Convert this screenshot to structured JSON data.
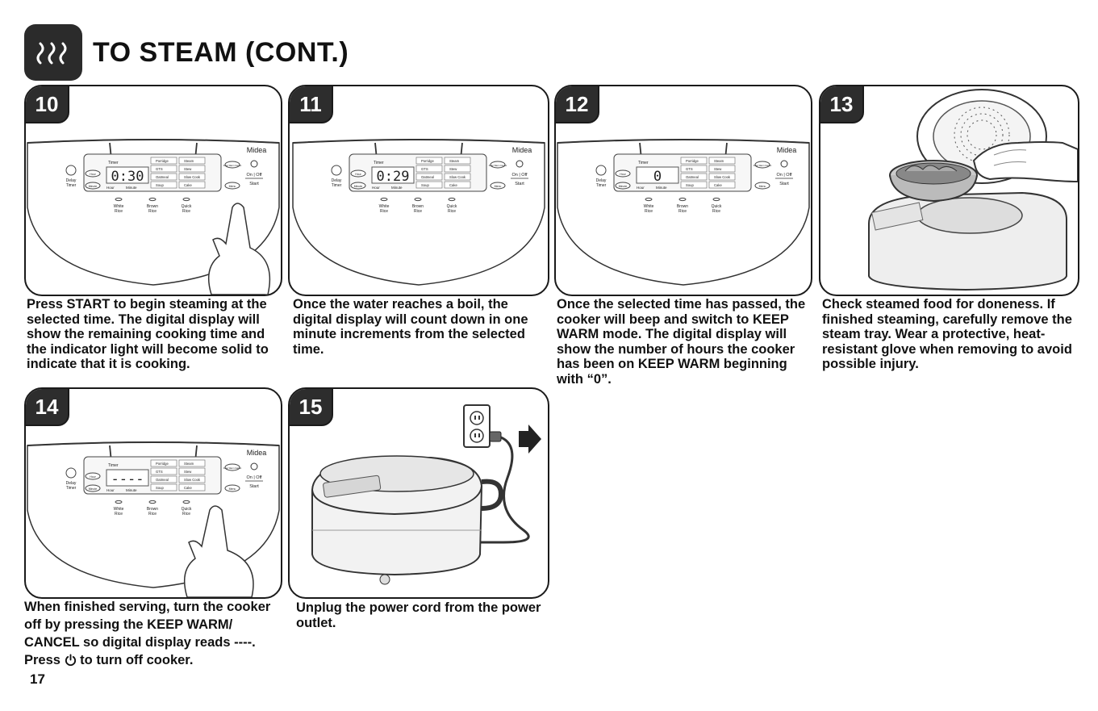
{
  "header": {
    "title": "TO STEAM (CONT.)",
    "icon": "steam-icon"
  },
  "brand": "Midea",
  "control_panel": {
    "delay_timer": "Delay\nTimer",
    "hour": "Hour",
    "minute": "Minute",
    "timer": "Timer",
    "on_off": "On | Off",
    "start": "Start",
    "menu": "Menu",
    "keep_warm": "Keep Warm Cancel",
    "modes": [
      "Porridge",
      "Steam",
      "GTS",
      "Stew",
      "Oatmeal",
      "Slow Cook",
      "Soup",
      "Cake"
    ],
    "rice_buttons": [
      "White Rice",
      "Brown Rice",
      "Quick Rice"
    ]
  },
  "steps": [
    {
      "number": "10",
      "display": "0:30",
      "caption": "Press START to begin steaming at the selected time. The digital display will show the remaining cooking time and the indicator light will become solid to indicate that it is cooking."
    },
    {
      "number": "11",
      "display": "0:29",
      "caption": "Once the water reaches a boil, the digital display will count down in one minute increments from the selected time."
    },
    {
      "number": "12",
      "display": "0",
      "caption": "Once the selected time has passed, the cooker will beep and switch to KEEP WARM mode. The digital display will show the number of hours the cooker has been on KEEP WARM beginning with “0”."
    },
    {
      "number": "13",
      "caption": "Check steamed food for doneness. If finished steaming, carefully remove the steam tray. Wear a protective, heat-resistant glove when removing to avoid possible injury."
    },
    {
      "number": "14",
      "display": "----",
      "caption_lines": [
        "When finished serving, turn the cooker",
        "off by pressing the KEEP WARM/",
        "CANCEL so digital display  reads ----.",
        "Press",
        "to turn off cooker."
      ]
    },
    {
      "number": "15",
      "caption": "Unplug the power cord from the power outlet."
    }
  ],
  "page_number": "17"
}
